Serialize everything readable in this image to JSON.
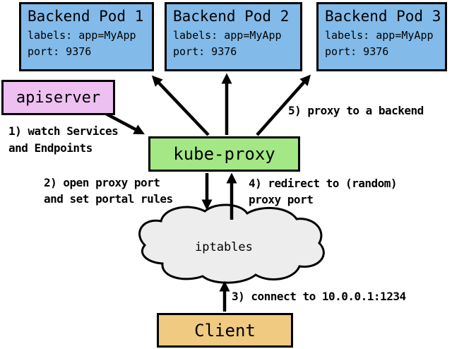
{
  "colors": {
    "pod_fill": "#82BAE9",
    "apiserver_fill": "#EDC0F1",
    "kube_proxy_fill": "#A4E785",
    "client_fill": "#EFCA80",
    "cloud_fill": "#EDEDED",
    "outline": "#000000"
  },
  "pods": [
    {
      "title": "Backend Pod 1",
      "labels_line": "labels: app=MyApp",
      "port_line": "port: 9376"
    },
    {
      "title": "Backend Pod 2",
      "labels_line": "labels: app=MyApp",
      "port_line": "port: 9376"
    },
    {
      "title": "Backend Pod 3",
      "labels_line": "labels: app=MyApp",
      "port_line": "port: 9376"
    }
  ],
  "nodes": {
    "apiserver": "apiserver",
    "kube_proxy": "kube-proxy",
    "iptables": "iptables",
    "client": "Client"
  },
  "annotations": {
    "step1": "1) watch Services\nand Endpoints",
    "step2": "2) open proxy port\nand set portal rules",
    "step3": "3) connect to 10.0.0.1:1234",
    "step4": "4) redirect to (random)\nproxy port",
    "step5": "5) proxy to a backend"
  }
}
